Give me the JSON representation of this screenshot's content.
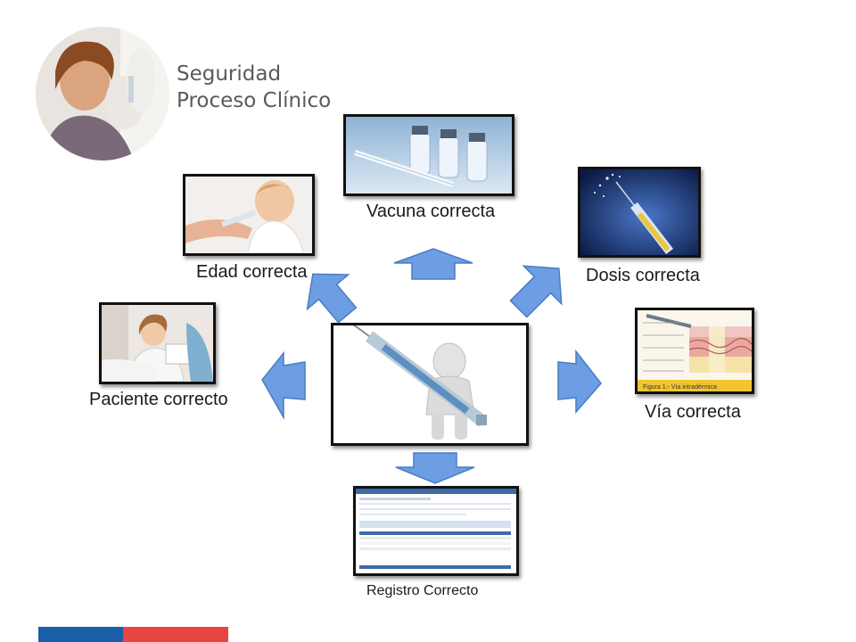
{
  "slide": {
    "title_line1": "Seguridad",
    "title_line2": "Proceso Clínico"
  },
  "nodes": {
    "vacuna": "Vacuna correcta",
    "edad": "Edad correcta",
    "dosis": "Dosis correcta",
    "paciente": "Paciente correcto",
    "via": "Vía correcta",
    "registro": "Registro Correcto"
  },
  "via_figure_caption": "Figura 1.- Vía intradérmica",
  "colors": {
    "arrow_fill": "#6d9ee3",
    "arrow_stroke": "#4a7cc4",
    "flag_blue": "#1b5fa8",
    "flag_red": "#e84545",
    "frame": "#111111"
  }
}
